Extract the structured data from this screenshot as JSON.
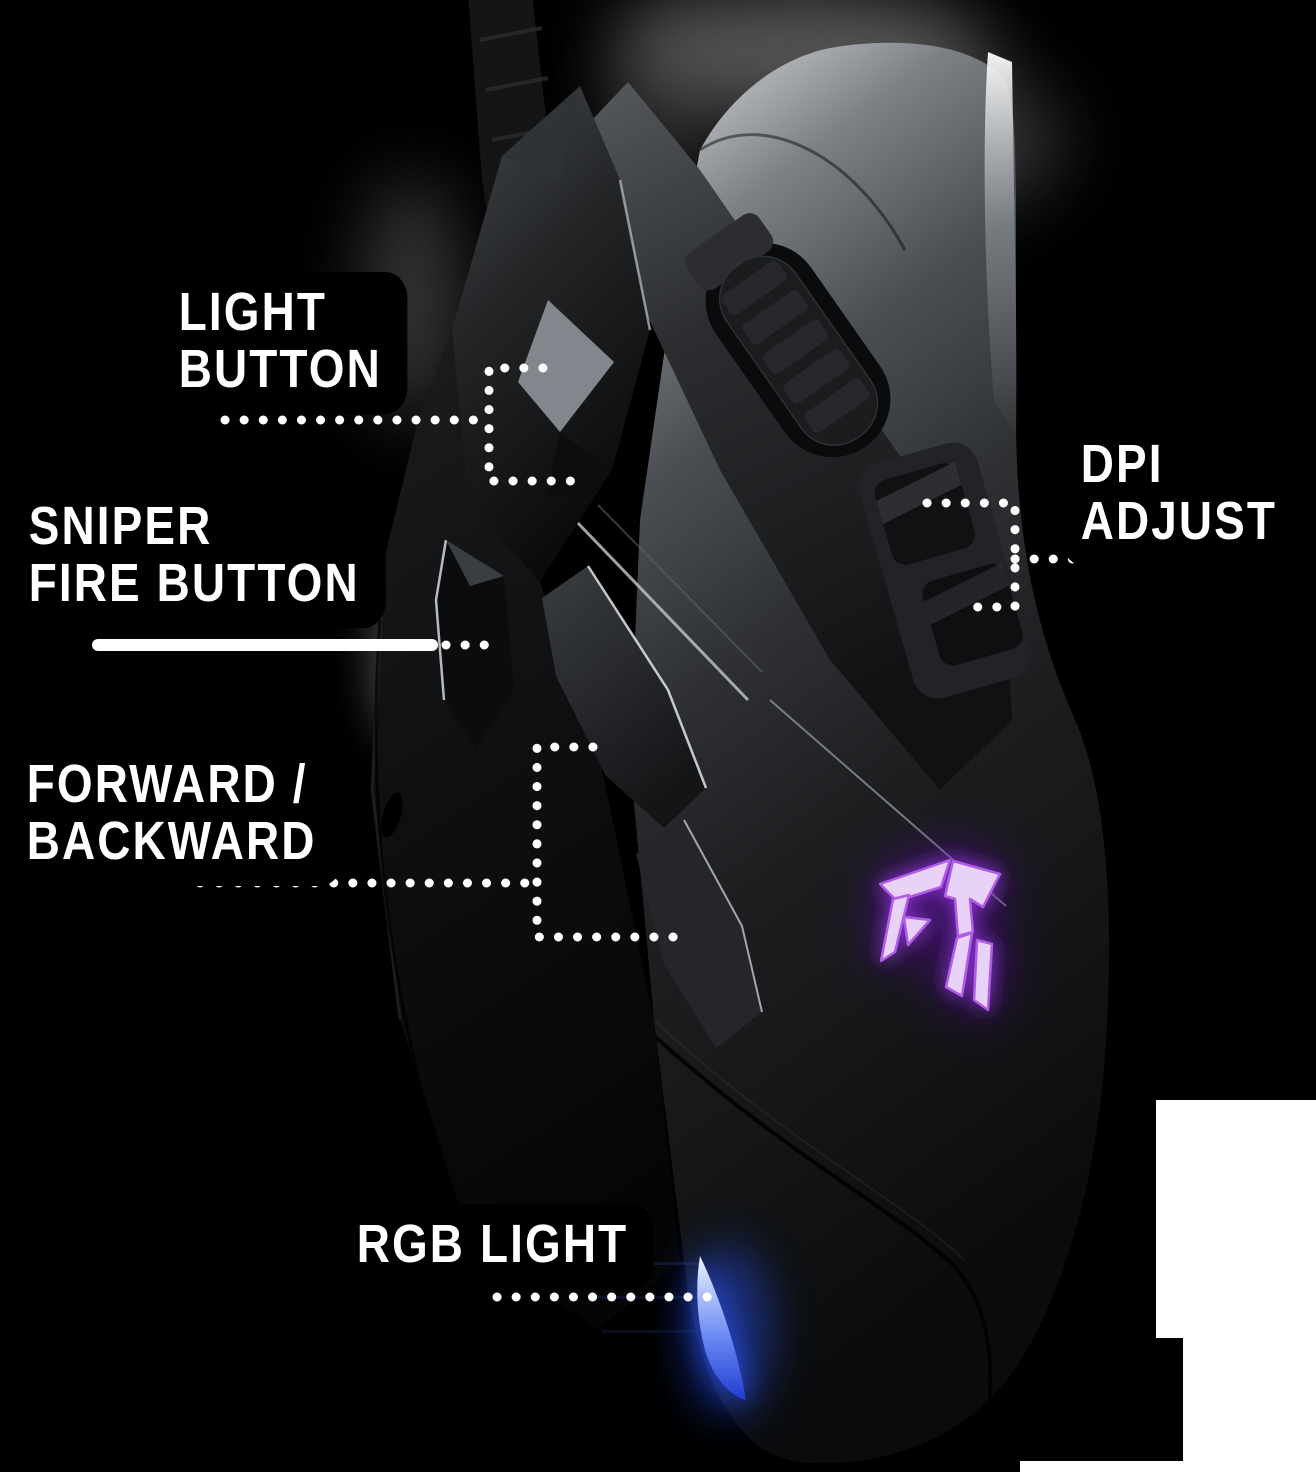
{
  "colors": {
    "bg": "#000000",
    "label-text": "#ffffff",
    "label-bg": "#000000",
    "leader": "#ffffff",
    "logo-fill": "#e8d2f8",
    "logo-edge": "#b05ce8",
    "logo-glow": "#8b2fd6",
    "rgb-light": "#3f62ff"
  },
  "figure": {
    "name": "gaming-mouse-product-photo",
    "features": [
      "braided-cable",
      "scroll-wheel",
      "dpi-buttons",
      "sniper-fire-button",
      "forward-backward-buttons",
      "glowing-brand-logo",
      "rgb-underglow"
    ]
  },
  "callouts": {
    "light_button": {
      "lines": [
        "LIGHT",
        "BUTTON"
      ]
    },
    "sniper_fire_button": {
      "lines": [
        "SNIPER",
        "FIRE BUTTON"
      ]
    },
    "forward_backward": {
      "lines": [
        "FORWARD /",
        "BACKWARD"
      ]
    },
    "dpi_adjust": {
      "lines": [
        "DPI",
        "ADJUST"
      ]
    },
    "rgb_light": {
      "lines": [
        "RGB LIGHT"
      ]
    }
  }
}
